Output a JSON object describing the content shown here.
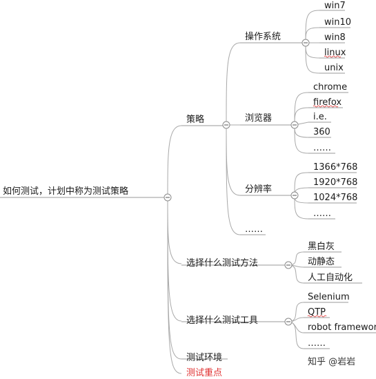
{
  "mindmap": {
    "root": "如何测试，计划中称为测试策略",
    "strategy": {
      "label": "策略",
      "os": {
        "label": "操作系统",
        "items": [
          "win7",
          "win10",
          "win8",
          "linux",
          "unix"
        ]
      },
      "browser": {
        "label": "浏览器",
        "items": [
          "chrome",
          "firefox",
          "i.e.",
          "360",
          "……"
        ]
      },
      "resolution": {
        "label": "分辨率",
        "items": [
          "1366*768",
          "1920*768",
          "1024*768",
          "……"
        ]
      },
      "more": "……"
    },
    "method": {
      "label": "选择什么测试方法",
      "items": [
        "黑白灰",
        "动静态",
        "人工自动化"
      ]
    },
    "tool": {
      "label": "选择什么测试工具",
      "items": [
        "Selenium",
        "QTP",
        "robot framework",
        "……"
      ]
    },
    "env": {
      "label": "测试环境"
    },
    "focus": {
      "label": "测试重点"
    }
  },
  "watermark": "知乎 @岩岩",
  "colors": {
    "focus_text": "#e03030",
    "connector": "#a8a8a8"
  }
}
